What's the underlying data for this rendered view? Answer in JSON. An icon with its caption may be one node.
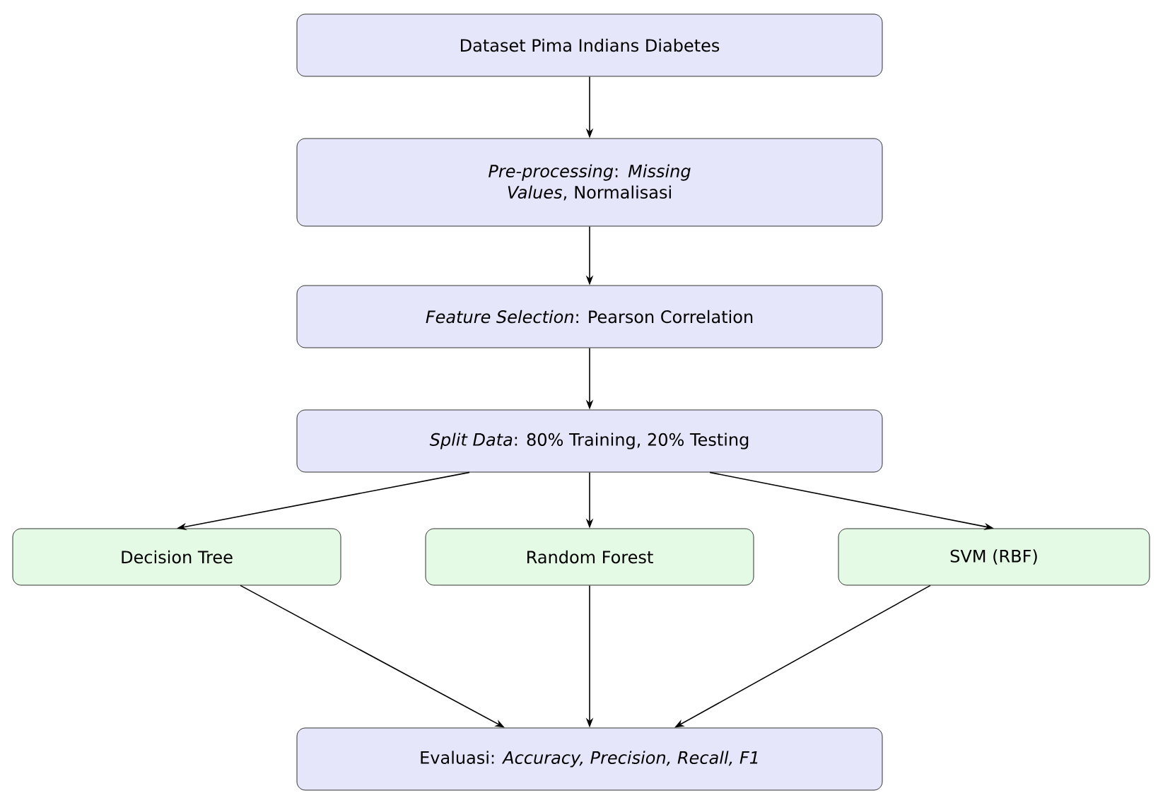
{
  "diagram": {
    "nodes": [
      {
        "text": [
          "Dataset Pima Indians Diabetes"
        ]
      },
      {
        "text": [
          "*Pre-processing*: *Missing Values*, Normalisasi"
        ]
      },
      {
        "text": [
          "*Feature Selection*: Pearson Correlation"
        ]
      },
      {
        "text": [
          "*Split Data*: 80% Training, 20% Testing"
        ]
      },
      {
        "text": [
          "Decision Tree"
        ]
      },
      {
        "text": [
          "Random Forest"
        ]
      },
      {
        "text": [
          "SVM (RBF)"
        ]
      },
      {
        "text": [
          "Evaluasi: *Accuracy, Precision, Recall, F1*"
        ]
      }
    ],
    "edges": [
      {
        "from": 0,
        "to": 1,
        "arrow": "to"
      },
      {
        "from": 1,
        "to": 2,
        "arrow": "to"
      },
      {
        "from": 2,
        "to": 3,
        "arrow": "to"
      },
      {
        "from": 3,
        "to": 4,
        "arrow": "to"
      },
      {
        "from": 3,
        "to": 5,
        "arrow": "to"
      },
      {
        "from": 3,
        "to": 6,
        "arrow": "to"
      },
      {
        "from": 4,
        "to": 7,
        "arrow": "to"
      },
      {
        "from": 5,
        "to": 7,
        "arrow": "to"
      },
      {
        "from": 6,
        "to": 7,
        "arrow": "to"
      }
    ]
  }
}
